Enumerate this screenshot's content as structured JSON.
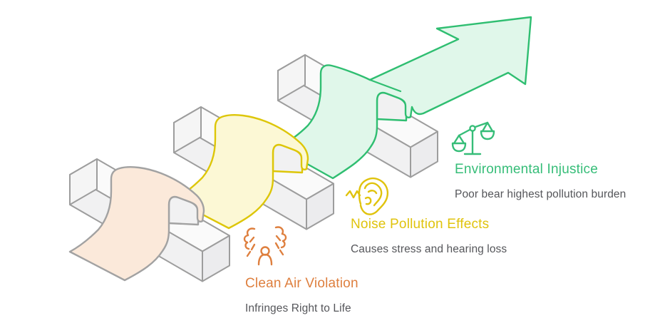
{
  "diagram": {
    "kind": "hurdle-progression-infographic",
    "description": "Ribbon weaving over three hurdles rising into an arrow pointing up-right"
  },
  "items": [
    {
      "id": "clean-air",
      "title": "Clean Air Violation",
      "subtitle": "Infringes Right to Life",
      "icon": "air-pollution-person-icon"
    },
    {
      "id": "noise-pollution",
      "title": "Noise Pollution Effects",
      "subtitle": "Causes stress and hearing loss",
      "icon": "ear-noise-icon"
    },
    {
      "id": "environmental-injustice",
      "title": "Environmental Injustice",
      "subtitle": "Poor bear highest pollution burden",
      "icon": "justice-scales-icon"
    }
  ],
  "colors": {
    "background": "#ffffff",
    "bar_stroke": "#9d9d9d",
    "bar_top": "#fafafa",
    "bar_front": "#f1f1f2",
    "bar_cap": "#ececee",
    "bar_capL": "#f5f5f5",
    "subtitle_text": "#55565a",
    "orange": "#de7f3e",
    "yellow": "#ddc608",
    "yellow_text": "#e0c30d",
    "green": "#2fbe71",
    "green_text": "#36bd78",
    "peach_fill": "#fbe9da",
    "peach_stroke": "#a2a2a2",
    "yellow_fill": "#fcf8d5",
    "green_fill": "#e0f7ea"
  }
}
